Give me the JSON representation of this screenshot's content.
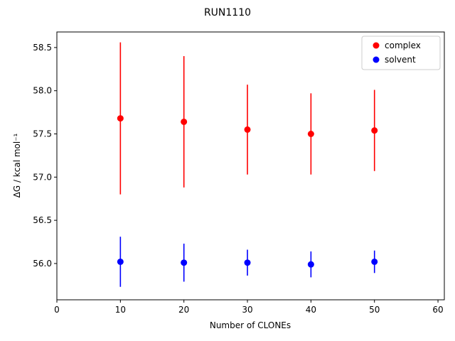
{
  "chart_data": {
    "type": "scatter",
    "title": "RUN1110",
    "xlabel": "Number of CLONEs",
    "ylabel": "ΔG / kcal mol⁻¹",
    "xlim": [
      0,
      61
    ],
    "ylim": [
      55.58,
      58.68
    ],
    "xticks": [
      "0",
      "10",
      "20",
      "30",
      "40",
      "50",
      "60"
    ],
    "yticks": [
      "56.0",
      "56.5",
      "57.0",
      "57.5",
      "58.0",
      "58.5"
    ],
    "grid": false,
    "legend_position": "top-right",
    "x": [
      10,
      20,
      30,
      40,
      50
    ],
    "series": [
      {
        "name": "complex",
        "color": "#ff0000",
        "values": [
          57.68,
          57.64,
          57.55,
          57.5,
          57.54
        ],
        "error": [
          0.88,
          0.76,
          0.52,
          0.47,
          0.47
        ]
      },
      {
        "name": "solvent",
        "color": "#0000ff",
        "values": [
          56.02,
          56.01,
          56.01,
          55.99,
          56.02
        ],
        "error": [
          0.29,
          0.22,
          0.15,
          0.15,
          0.13
        ]
      }
    ]
  }
}
